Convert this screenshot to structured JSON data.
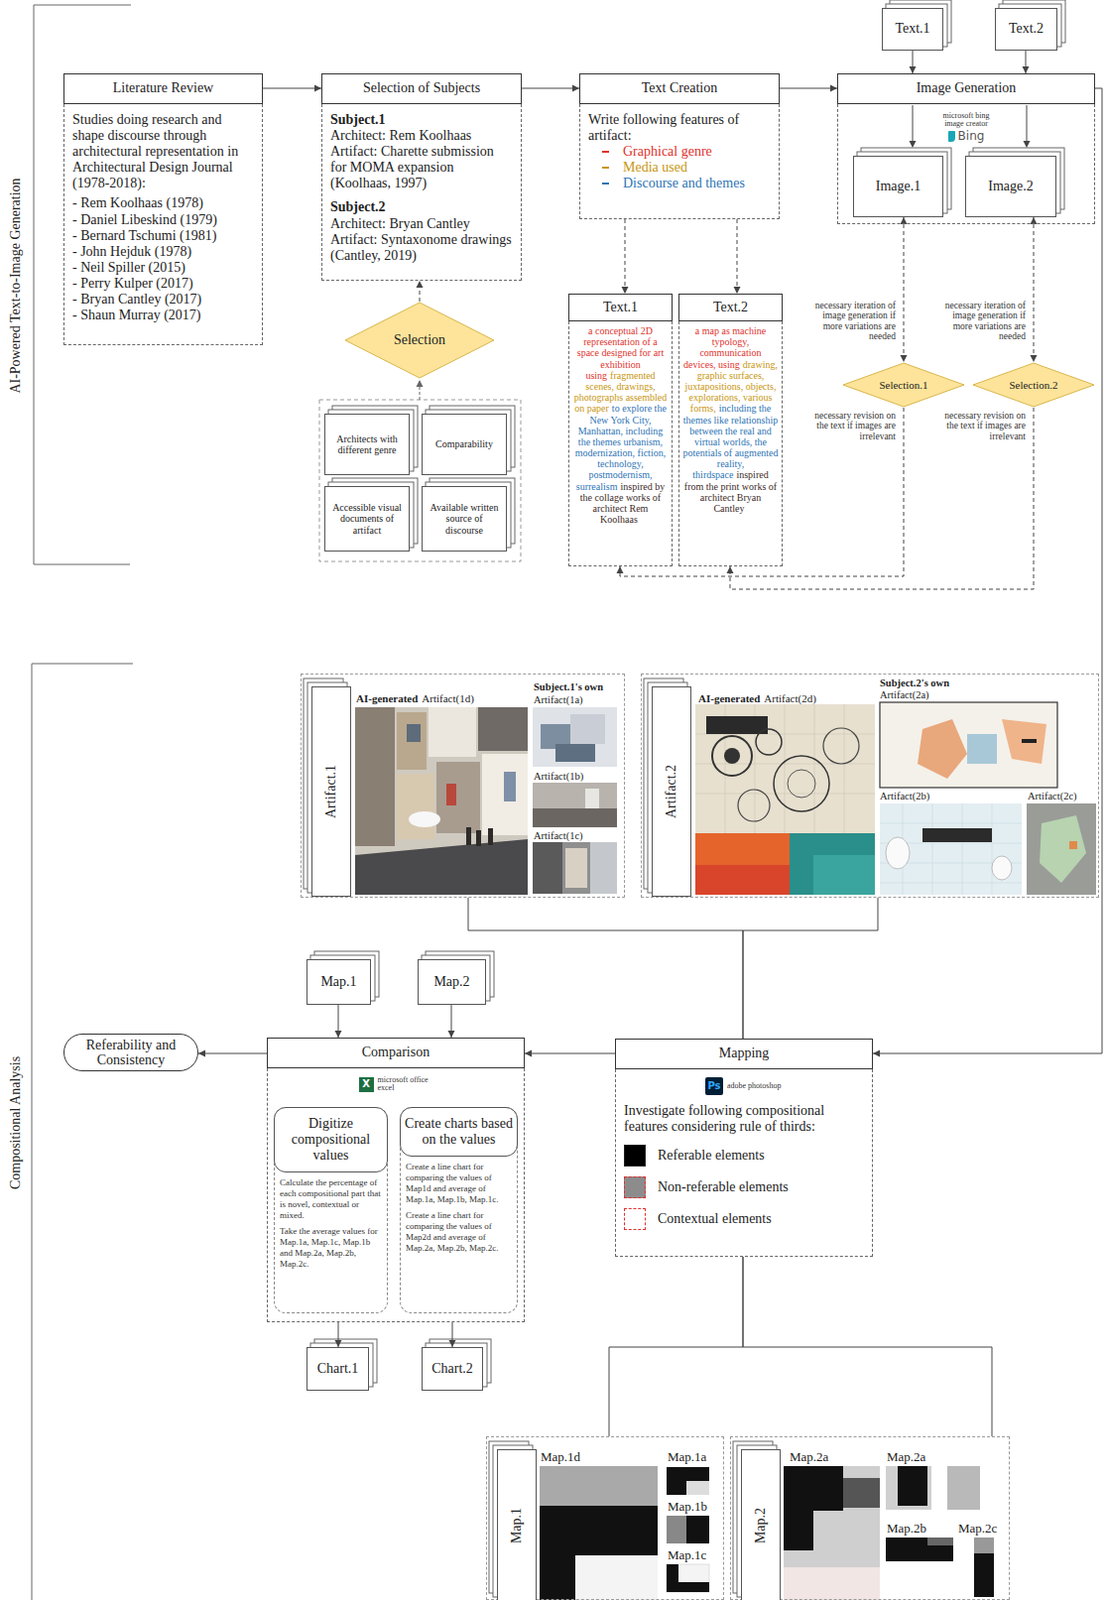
{
  "diagram": {
    "nodes": [
      {
        "text": [
          "Literature Review",
          "Studies doing research and shape discourse through architectural representation in Architectural Design Journal (1978-2018):",
          "- Rem Koolhaas (1978)",
          "- Daniel Libeskind (1979)",
          "- Bernard Tschumi (1981)",
          "- John Hejduk (1978)",
          "- Neil Spiller (2015)",
          "- Perry Kulper (2017)",
          "- Bryan Cantley (2017)",
          "- Shaun Murray (2017)"
        ]
      },
      {
        "text": [
          "Selection of Subjects",
          "Subject.1",
          "Architect: Rem Koolhaas",
          "Artifact: Charette submission for MOMA expansion (Koolhaas, 1997)",
          "Subject.2",
          "Architect: Bryan Cantley",
          "Artifact: Syntaxonome drawings (Cantley, 2019)"
        ]
      },
      {
        "text": [
          "Selection"
        ]
      },
      {
        "text": [
          "Architects with different genre"
        ]
      },
      {
        "text": [
          "Comparability"
        ]
      },
      {
        "text": [
          "Accessible visual documents of artifact"
        ]
      },
      {
        "text": [
          "Available written source of discourse"
        ]
      },
      {
        "text": [
          "Text Creation",
          "Write following features of artifact:"
        ]
      },
      {
        "text": [
          "Text.1",
          "a conceptual 2D representation of a space designed for art exhibition using",
          "fragmented scenes, drawings, photographs assembled on paper",
          "to explore the New York City, Manhattan, including the themes urbanism, modernization, fiction, technology, postmodernism, surrealism",
          "inspired by the collage works of architect Rem Koolhaas"
        ]
      },
      {
        "text": [
          "Text.2",
          "a map as machine typology, communication devices, using",
          "drawing, graphic surfaces, juxtapositions, objects, explorations, various forms,",
          "including the themes like relationship between the real and virtual worlds, the potentials of augmented reality, thirdspace",
          "inspired from the print works of architect Bryan Cantley"
        ]
      },
      {
        "text": [
          "Text.1"
        ]
      },
      {
        "text": [
          "Text.2"
        ]
      },
      {
        "text": [
          "Image Generation",
          "microsoft bing image creator",
          "Bing"
        ]
      },
      {
        "text": [
          "Image.1"
        ],
        "in": 12
      },
      {
        "text": [
          "Image.2"
        ],
        "in": 12
      },
      {
        "text": [
          "Selection.1"
        ]
      },
      {
        "text": [
          "Selection.2"
        ]
      },
      {
        "text": [
          "Artifact.1",
          "AI-generated",
          "Artifact(1d)",
          "Subject.1's own",
          "Artifact(1a)",
          "Artifact(1b)",
          "Artifact(1c)"
        ]
      },
      {
        "text": [
          "Artifact.2",
          "AI-generated",
          "Artifact(2d)",
          "Subject.2's own",
          "Artifact(2a)",
          "Artifact(2b)",
          "Artifact(2c)"
        ]
      },
      {
        "text": [
          "Map.1"
        ]
      },
      {
        "text": [
          "Map.2"
        ]
      },
      {
        "text": [
          "Referability and Consistency"
        ]
      },
      {
        "text": [
          "Comparison",
          "microsoft office excel",
          "X"
        ]
      },
      {
        "text": [
          "Digitize compositional values",
          "Calculate the percentage of each compositional part that is novel, contextual or mixed.",
          "Take the average values for Map.1a, Map.1c, Map.1b and Map.2a, Map.2b, Map.2c."
        ],
        "in": 22
      },
      {
        "text": [
          "Create charts based on the values",
          "Create a line chart for comparing the values of Map1d and average of Map.1a, Map.1b, Map.1c.",
          "Create a line chart for comparing the values of Map2d and average of Map.2a, Map.2b, Map.2c."
        ],
        "in": 22
      },
      {
        "text": [
          "Mapping",
          "adobe photoshop",
          "Ps",
          "Investigate following compositional features considering rule of thirds:"
        ]
      },
      {
        "text": [
          "Chart.1"
        ]
      },
      {
        "text": [
          "Chart.2"
        ]
      },
      {
        "text": [
          "Map.1",
          "Map.1d",
          "Map.1a",
          "Map.1b",
          "Map.1c"
        ]
      },
      {
        "text": [
          "Map.2",
          "Map.2a",
          "Map.2a",
          "Map.2b",
          "Map.2c"
        ]
      }
    ],
    "edges": [
      {
        "from": 0,
        "to": 1,
        "arrow": "to"
      },
      {
        "from": 1,
        "to": 7,
        "arrow": "to"
      },
      {
        "from": 7,
        "to": 12,
        "arrow": "to"
      },
      {
        "from": 12,
        "to": 25,
        "arrow": "to"
      },
      {
        "from": 2,
        "to": 1,
        "arrow": "to"
      },
      {
        "from": 7,
        "to": 8,
        "arrow": "to"
      },
      {
        "from": 7,
        "to": 9,
        "arrow": "to"
      },
      {
        "from": 10,
        "to": 12,
        "arrow": "to"
      },
      {
        "from": 11,
        "to": 12,
        "arrow": "to"
      },
      {
        "from": 13,
        "to": 15,
        "arrow": "both"
      },
      {
        "from": 14,
        "to": 16,
        "arrow": "both"
      },
      {
        "from": 15,
        "to": 8,
        "arrow": "to"
      },
      {
        "from": 16,
        "to": 9,
        "arrow": "to"
      },
      {
        "from": 17,
        "to": 25,
        "arrow": "none"
      },
      {
        "from": 18,
        "to": 25,
        "arrow": "none"
      },
      {
        "from": 25,
        "to": 22,
        "arrow": "to"
      },
      {
        "from": 22,
        "to": 21,
        "arrow": "to"
      },
      {
        "from": 19,
        "to": 22,
        "arrow": "to"
      },
      {
        "from": 20,
        "to": 22,
        "arrow": "to"
      },
      {
        "from": 22,
        "to": 26,
        "arrow": "to"
      },
      {
        "from": 22,
        "to": 27,
        "arrow": "to"
      },
      {
        "from": 25,
        "to": 28,
        "arrow": "none"
      },
      {
        "from": 25,
        "to": 29,
        "arrow": "none"
      }
    ],
    "labels": [
      "AI-Powered Text-to-Image Generation",
      "necessary iteration of image generation if more variations are needed",
      "necessary iteration of image generation if more variations are needed",
      "necessary revision on the text if images are irrelevant",
      "necessary revision on the text if images are irrelevant",
      "Compositional Analysis"
    ],
    "legend": [
      {
        "text": "Graphical genre",
        "color": "#e0322d"
      },
      {
        "text": "Media used",
        "color": "#c8960f"
      },
      {
        "text": "Discourse and themes",
        "color": "#2e74b5"
      },
      {
        "text": "Referable elements",
        "color": "#000000"
      },
      {
        "text": "Non-referable elements",
        "color": "#8c8c8c"
      },
      {
        "text": "Contextual elements",
        "color": "#ffffff"
      }
    ]
  }
}
